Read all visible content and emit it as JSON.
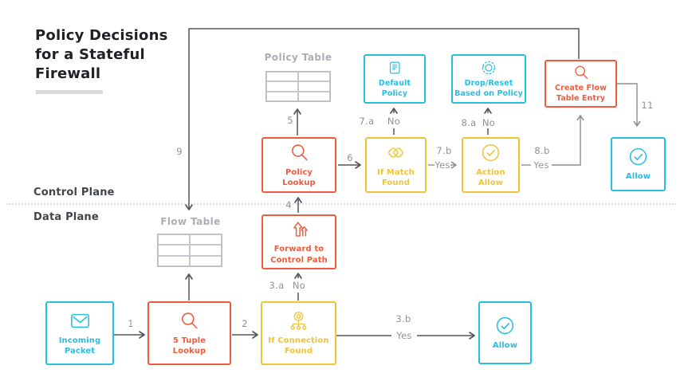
{
  "title": {
    "text": "Policy Decisions\nfor a Stateful\nFirewall"
  },
  "planes": {
    "control": "Control Plane",
    "data": "Data Plane"
  },
  "tables": {
    "policy": {
      "label": "Policy Table",
      "rows": 3,
      "cols": 2
    },
    "flow": {
      "label": "Flow Table",
      "rows": 3,
      "cols": 2
    }
  },
  "nodes": {
    "incoming_packet": {
      "label": "Incoming\nPacket",
      "icon": "envelope-icon"
    },
    "five_tuple_lookup": {
      "label": "5 Tuple\nLookup",
      "icon": "magnifier-icon"
    },
    "if_connection_found": {
      "label": "If Connection\nFound",
      "icon": "gear-network-icon"
    },
    "allow_data": {
      "label": "Allow",
      "icon": "check-circle-icon"
    },
    "forward_to_control_path": {
      "label": "Forward to\nControl Path",
      "icon": "forward-arrows-icon"
    },
    "policy_lookup": {
      "label": "Policy\nLookup",
      "icon": "magnifier-icon"
    },
    "if_match_found": {
      "label": "If Match\nFound",
      "icon": "overlap-shapes-icon"
    },
    "action_allow": {
      "label": "Action\nAllow",
      "icon": "check-circle-icon"
    },
    "default_policy": {
      "label": "Default\nPolicy",
      "icon": "scroll-icon"
    },
    "drop_reset": {
      "label": "Drop/Reset\nBased on Policy",
      "icon": "reset-icon"
    },
    "create_flow_table_entry": {
      "label": "Create Flow\nTable Entry",
      "icon": "magnifier-icon"
    },
    "allow_final": {
      "label": "Allow",
      "icon": "check-circle-icon"
    }
  },
  "steps": {
    "1": {
      "num": "1"
    },
    "2": {
      "num": "2"
    },
    "3a": {
      "num": "3.a",
      "word": "No"
    },
    "3b": {
      "num": "3.b",
      "word": "Yes"
    },
    "4": {
      "num": "4"
    },
    "5": {
      "num": "5"
    },
    "6": {
      "num": "6"
    },
    "7a": {
      "num": "7.a",
      "word": "No"
    },
    "7b": {
      "num": "7.b",
      "word": "Yes"
    },
    "8a": {
      "num": "8.a",
      "word": "No"
    },
    "8b": {
      "num": "8.b",
      "word": "Yes"
    },
    "9": {
      "num": "9"
    },
    "11": {
      "num": "11"
    }
  },
  "colors": {
    "cyan": "#29bee1",
    "red": "#ef5b3d",
    "yellow": "#f2c23a",
    "arrow_dark": "#54575b",
    "arrow_gray": "#8b8f93",
    "table_gray": "#b7bdc3",
    "label_gray": "#8e9297"
  }
}
